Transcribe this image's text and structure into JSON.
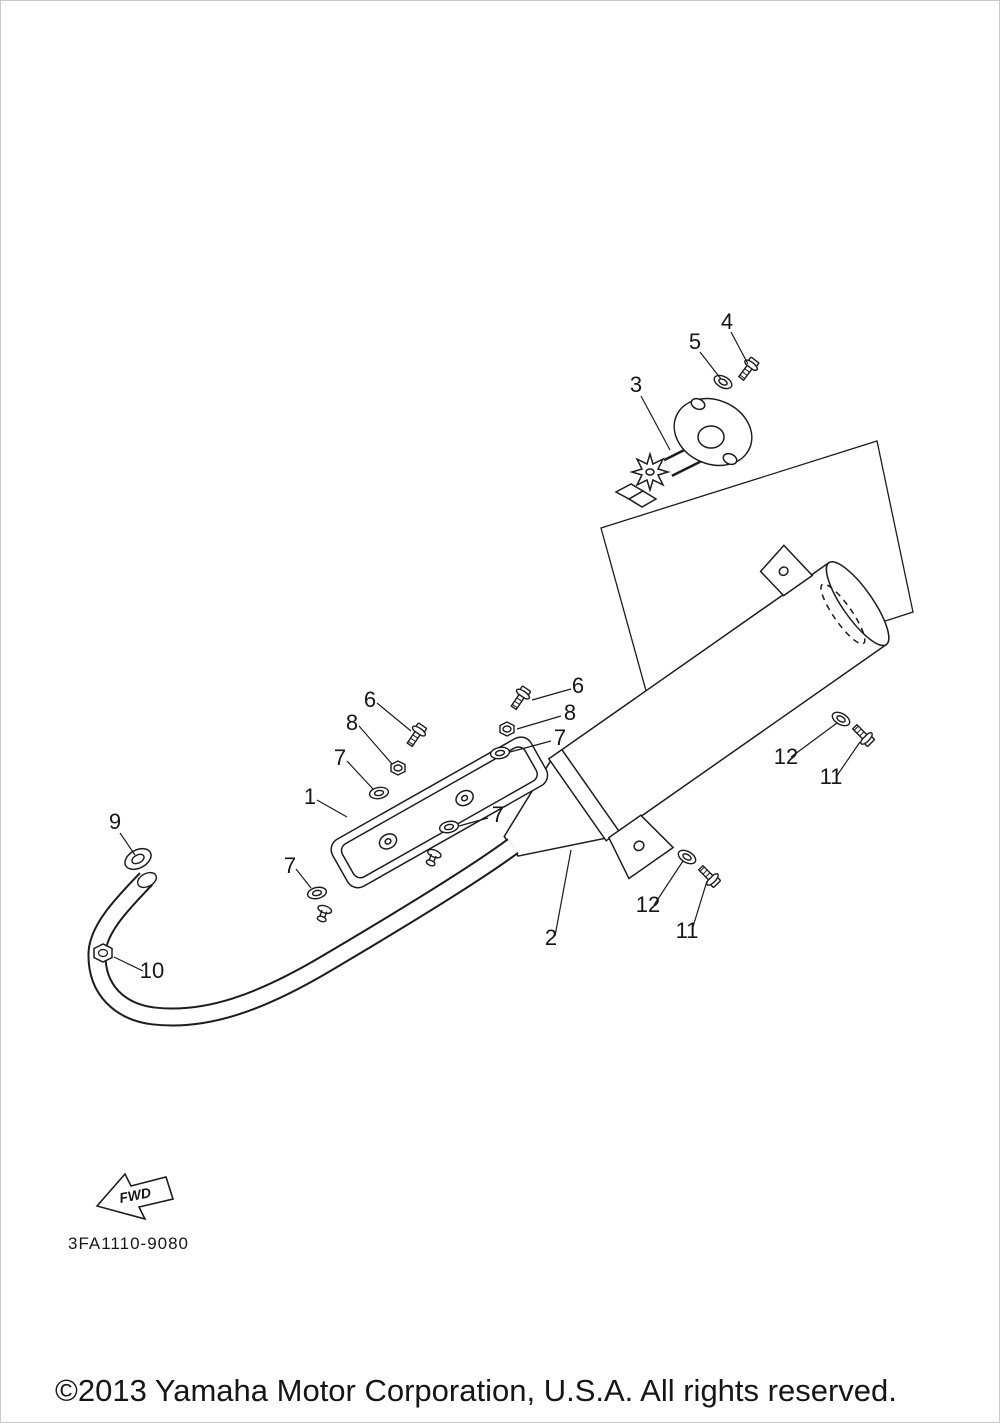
{
  "page": {
    "bg_color": "#ffffff",
    "line_color": "#1c1c1c",
    "part_code": "3FA1110-9080",
    "fwd_label": "FWD",
    "copyright": "©2013 Yamaha Motor Corporation, U.S.A. All rights reserved."
  },
  "diagram": {
    "name": "exhaust-assembly-parts-diagram",
    "callouts": [
      {
        "label": "4"
      },
      {
        "label": "5"
      },
      {
        "label": "3"
      },
      {
        "label": "6"
      },
      {
        "label": "8"
      },
      {
        "label": "7"
      },
      {
        "label": "6"
      },
      {
        "label": "8"
      },
      {
        "label": "7"
      },
      {
        "label": "1"
      },
      {
        "label": "7"
      },
      {
        "label": "7"
      },
      {
        "label": "9"
      },
      {
        "label": "10"
      },
      {
        "label": "12"
      },
      {
        "label": "11"
      },
      {
        "label": "12"
      },
      {
        "label": "11"
      },
      {
        "label": "2"
      }
    ]
  }
}
